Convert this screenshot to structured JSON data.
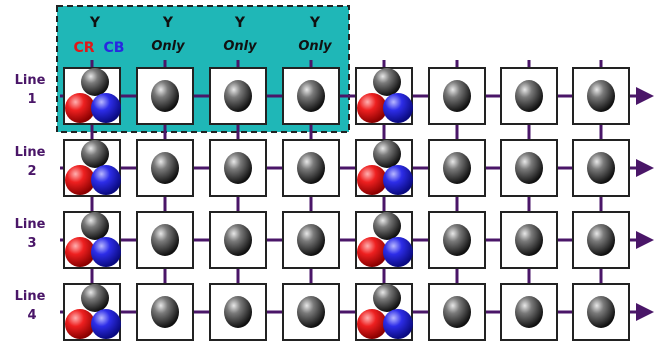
{
  "title": "",
  "header": {
    "cells": [
      {
        "top": "Y",
        "bottom_cr": "CR",
        "bottom_cb": "CB"
      },
      {
        "top": "Y",
        "bottom": "Only"
      },
      {
        "top": "Y",
        "bottom": "Only"
      },
      {
        "top": "Y",
        "bottom": "Only"
      }
    ]
  },
  "lines": [
    {
      "label_top": "Line",
      "label_num": "1"
    },
    {
      "label_top": "Line",
      "label_num": "2"
    },
    {
      "label_top": "Line",
      "label_num": "3"
    },
    {
      "label_top": "Line",
      "label_num": "4"
    }
  ],
  "columns": 8,
  "chroma_columns": [
    0,
    4
  ],
  "colors": {
    "highlight": "#1fb7b7",
    "connector": "#4a1668",
    "luma": "#333333",
    "cr": "#e01818",
    "cb": "#2828e0",
    "cell_border": "#222222",
    "cell_fill": "#ffffff"
  },
  "icons": {
    "arrow": "arrow-right-icon",
    "luma": "luma-sample-icon",
    "cr": "cr-sample-icon",
    "cb": "cb-sample-icon"
  }
}
